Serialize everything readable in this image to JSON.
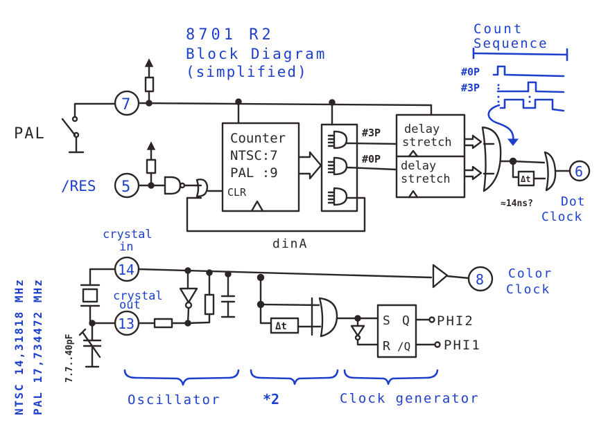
{
  "title": {
    "line1": "8701 R2",
    "line2": "Block Diagram",
    "line3": "(simplified)"
  },
  "count_sequence": {
    "title_line1": "Count",
    "title_line2": "Sequence",
    "signals": [
      {
        "label": "#0P",
        "pulse_position": 0.0
      },
      {
        "label": "#3P",
        "pulse_position": 0.5
      }
    ]
  },
  "pins": {
    "pin7": "7",
    "pin5": "5",
    "pin6": "6",
    "pin14": "14",
    "pin13": "13",
    "pin8": "8"
  },
  "labels": {
    "pal_switch": "PAL",
    "reset": "/RES",
    "counter_line1": "Counter",
    "counter_line2": "NTSC:7",
    "counter_line3": "PAL :9",
    "counter_clr": "CLR",
    "signal_3p": "#3P",
    "signal_0p": "#0P",
    "delay1_line1": "delay",
    "delay1_line2": "stretch",
    "delay2_line1": "delay",
    "delay2_line2": "stretch",
    "dina": "dinA",
    "delay_value": "≈14ns?",
    "dot_clock_line1": "Dot",
    "dot_clock_line2": "Clock",
    "crystal_in_line1": "crystal",
    "crystal_in_line2": "in",
    "crystal_out_line1": "crystal",
    "crystal_out_line2": "out",
    "color_clock_line1": "Color",
    "color_clock_line2": "Clock",
    "delta_t": "Δt",
    "ff_s": "S",
    "ff_q": "Q",
    "ff_r": "R",
    "ff_nq": "/Q",
    "phi2": "PHI2",
    "phi1": "PHI1",
    "trimmer_cap": "7.7..40pF",
    "ntsc_freq": "NTSC  14,31818 MHz",
    "pal_freq": "PAL   17,734472 MHz"
  },
  "sections": {
    "oscillator": "Oscillator",
    "doubler": "*2",
    "clock_generator": "Clock generator"
  }
}
